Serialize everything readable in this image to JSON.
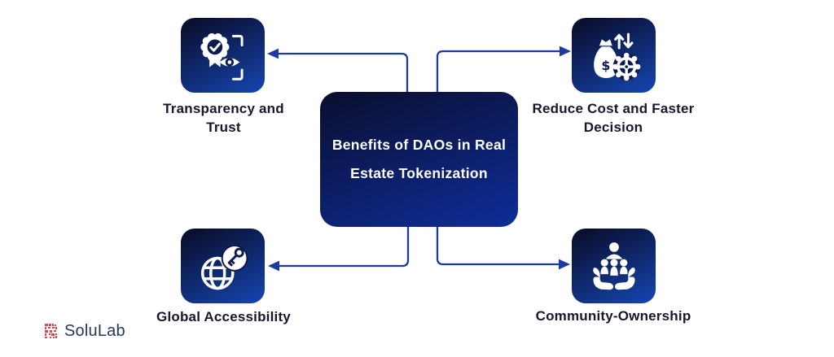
{
  "title": "Benefits of DAOs in Real Estate Tokenization diagram",
  "center_box": {
    "line1": "Benefits of DAOs in Real",
    "line2": "Estate Tokenization"
  },
  "nodes": [
    {
      "id": "transparency-trust",
      "icon": "badge-check-eye-icon",
      "label_lines": [
        "Transparency and",
        "Trust"
      ]
    },
    {
      "id": "reduce-cost",
      "icon": "money-bag-gear-icon",
      "label_lines": [
        "Reduce Cost and Faster",
        "Decision"
      ]
    },
    {
      "id": "global-accessibility",
      "icon": "globe-key-icon",
      "label_lines": [
        "Global Accessibility"
      ]
    },
    {
      "id": "community-ownership",
      "icon": "hands-community-icon",
      "label_lines": [
        "Community-Ownership"
      ]
    }
  ],
  "logo": {
    "text": "SoluLab"
  },
  "colors": {
    "connector": "#1c3aa2",
    "sq_top": "#0a0f30",
    "sq_bottom": "#1545b0",
    "box_top": "#0a0e2d",
    "box_bottom": "#0e2d9a",
    "icon_hole": "#0d1a4e",
    "label_text": "#17172e",
    "box_text": "#ffffff",
    "logo_mark": "#d94b4b",
    "logo_text": "#233a5e",
    "page_bg": "#ffffff"
  }
}
